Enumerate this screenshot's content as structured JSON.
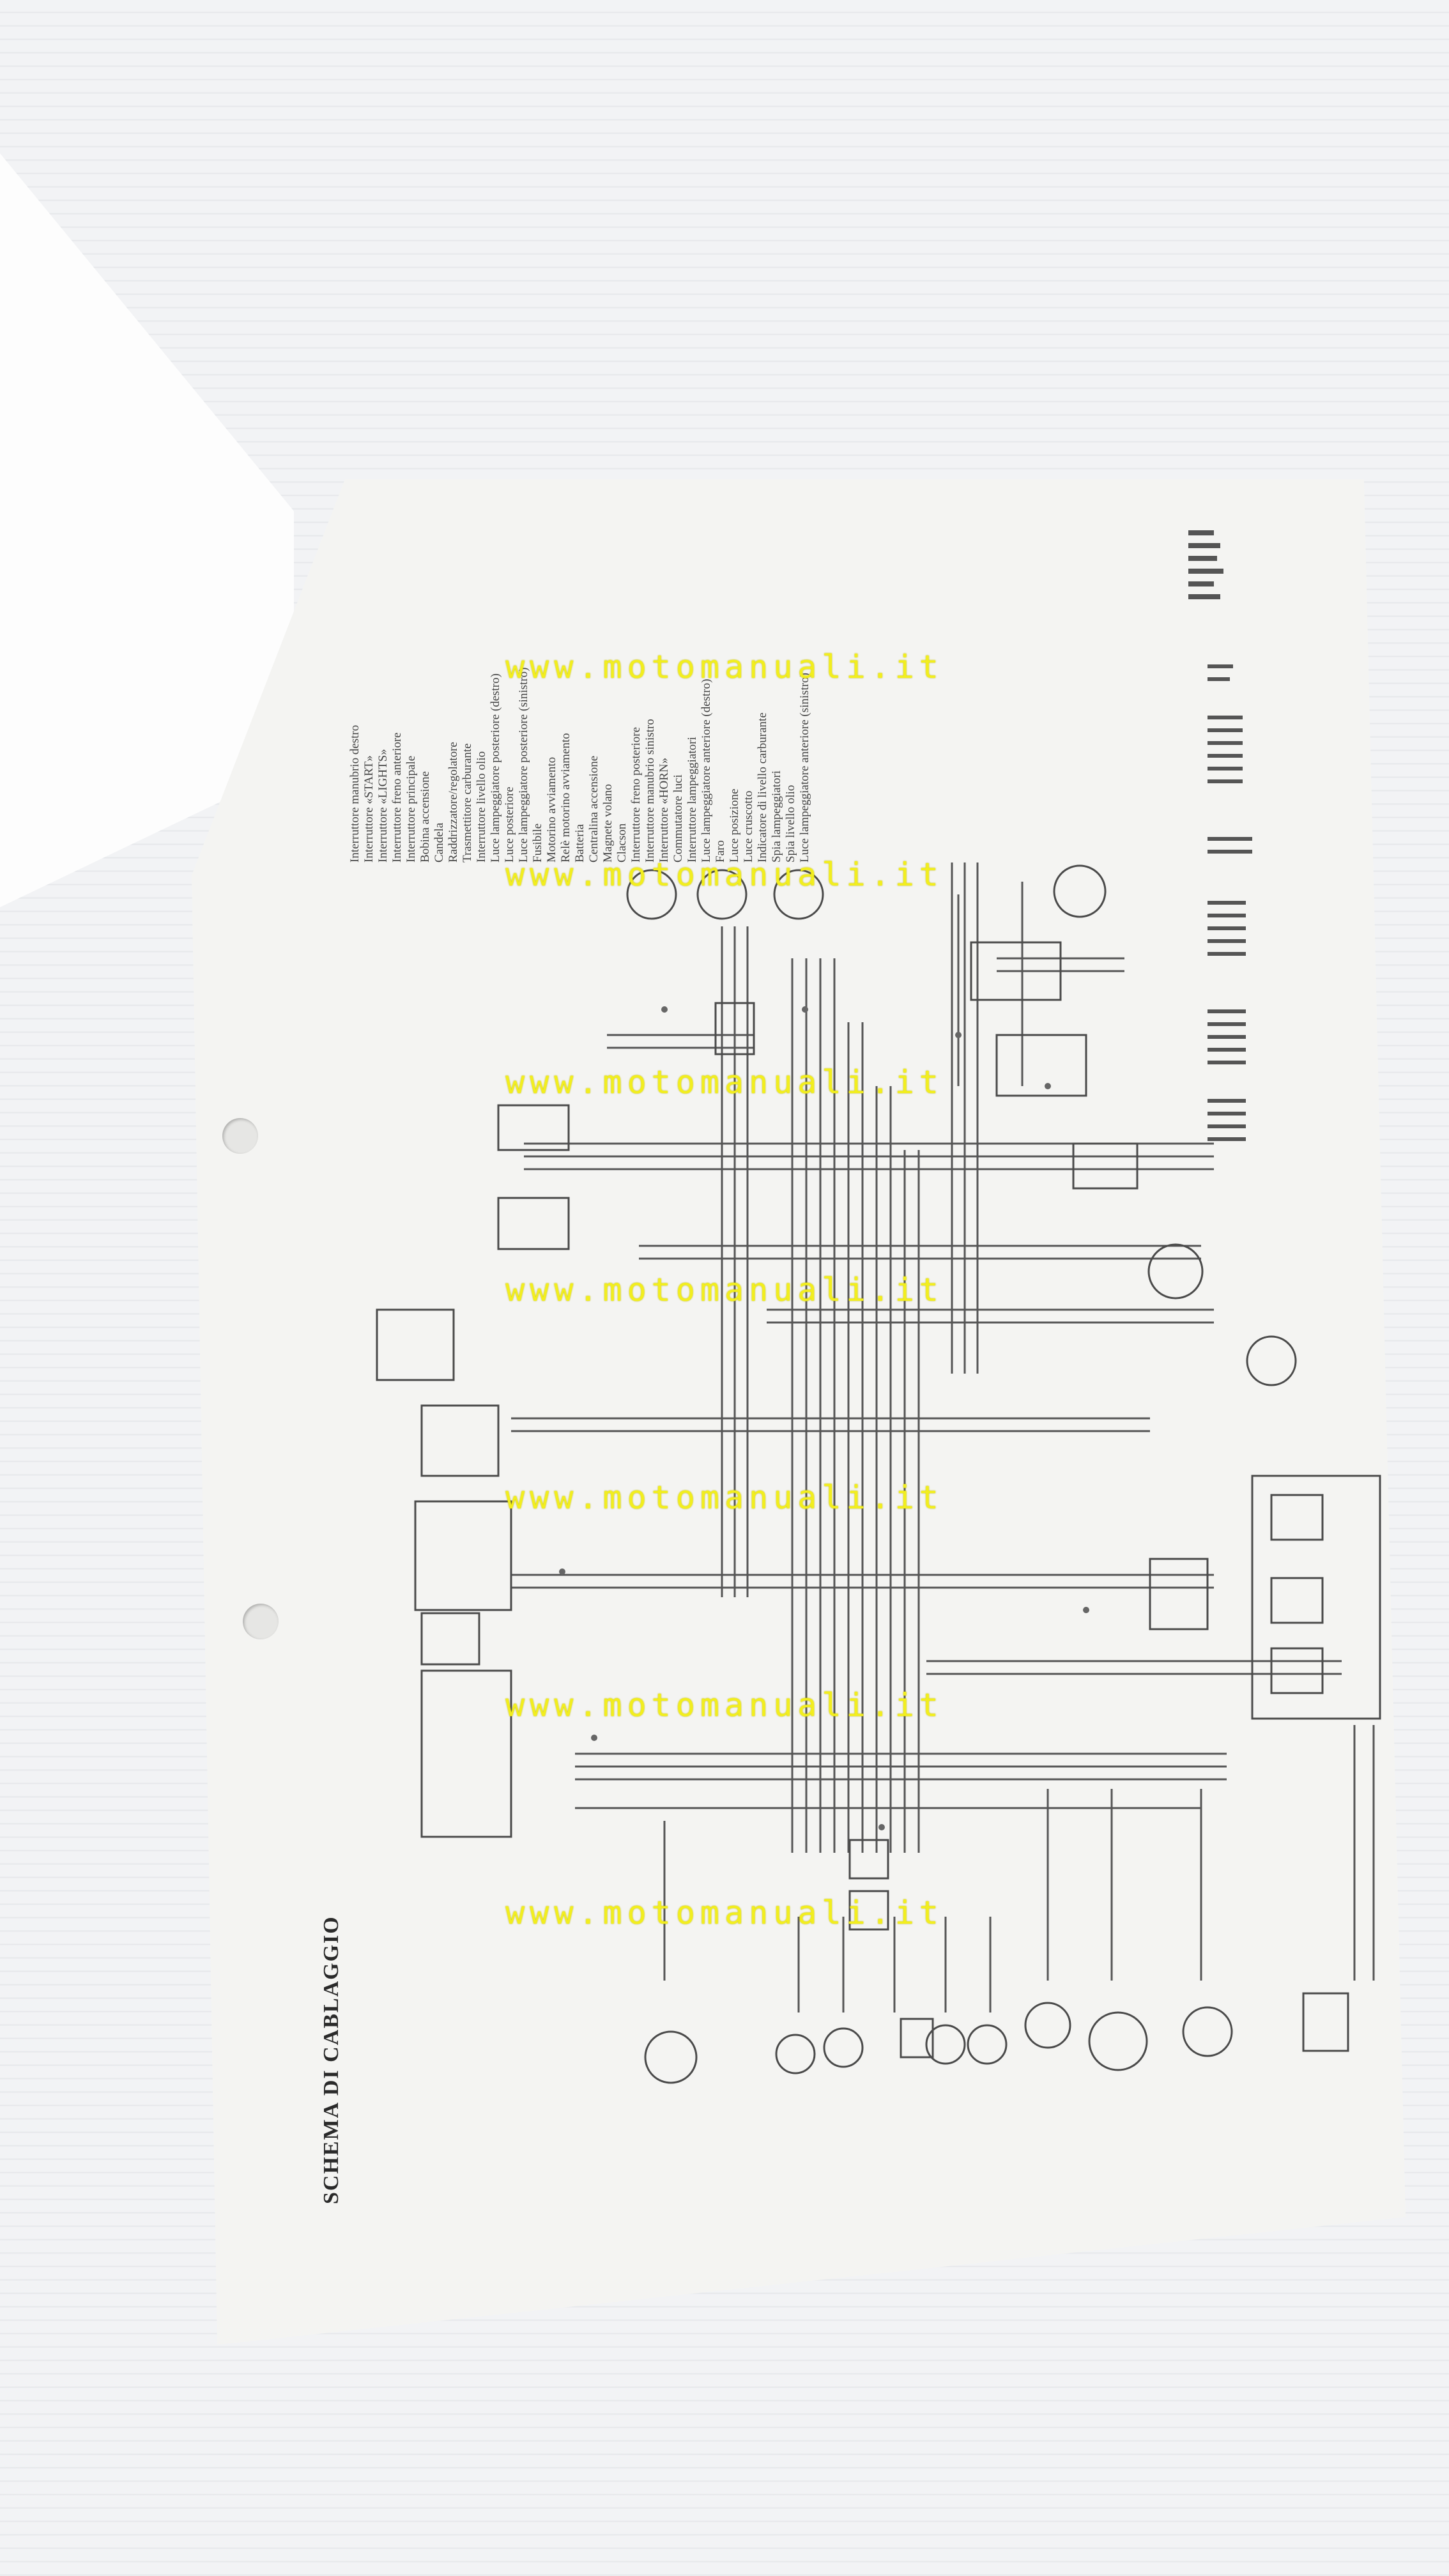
{
  "document": {
    "title": "SCHEMA DI CABLAGGIO",
    "legend": [
      "Interruttore manubrio destro",
      "Interruttore «START»",
      "Interruttore «LIGHTS»",
      "Interruttore freno anteriore",
      "Interruttore principale",
      "Bobina accensione",
      "Candela",
      "Raddrizzatore/regolatore",
      "Trasmettitore carburante",
      "Interruttore livello olio",
      "Luce lampeggiatore posteriore (destro)",
      "Luce posteriore",
      "Luce lampeggiatore posteriore (sinistro)",
      "Fusibile",
      "Motorino avviamento",
      "Relè motorino avviamento",
      "Batteria",
      "Centralina accensione",
      "Magnete volano",
      "Clacson",
      "Interruttore freno posteriore",
      "Interruttore manubrio sinistro",
      "Interruttore «HORN»",
      "Commutatore luci",
      "Interruttore lampeggiatori",
      "Luce lampeggiatore anteriore (destro)",
      "Faro",
      "Luce posizione",
      "Luce cruscotto",
      "Indicatore di livello carburante",
      "Spia lampeggiatori",
      "Spia livello olio",
      "Luce lampeggiatore anteriore (sinistro)"
    ]
  },
  "watermark": {
    "text": "www.motomanuali.it"
  }
}
